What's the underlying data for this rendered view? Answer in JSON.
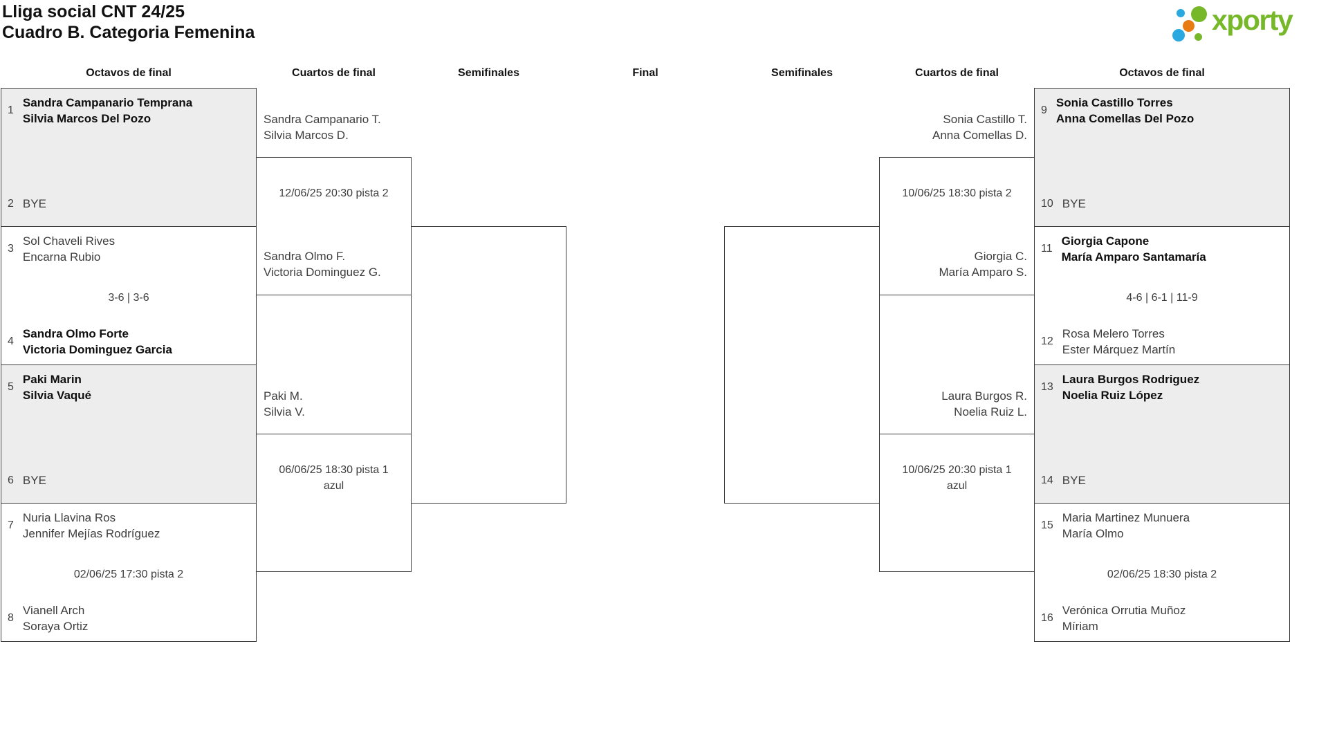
{
  "title": {
    "line1": "Lliga social CNT 24/25",
    "line2": "Cuadro B. Categoria Femenina"
  },
  "logo": {
    "wordmark": "xporty"
  },
  "colors": {
    "brand_green": "#77b82b",
    "brand_blue": "#2aa9e0",
    "brand_orange": "#e87b13",
    "box_shaded_fill": "#ededed",
    "line_border": "#3a3a3a"
  },
  "headers": {
    "octavos_left": "Octavos de final",
    "cuartos_left": "Cuartos de final",
    "semis_left": "Semifinales",
    "final": "Final",
    "semis_right": "Semifinales",
    "cuartos_right": "Cuartos de final",
    "octavos_right": "Octavos de final"
  },
  "octavos_left": [
    {
      "shaded": true,
      "top": {
        "seed": "1",
        "name1": "Sandra Campanario Temprana",
        "name2": "Silvia Marcos Del Pozo",
        "winner": true
      },
      "bottom": {
        "seed": "2",
        "bye": "BYE"
      }
    },
    {
      "shaded": false,
      "top": {
        "seed": "3",
        "name1": "Sol Chaveli Rives",
        "name2": "Encarna Rubio",
        "winner": false
      },
      "center": "3-6 | 3-6",
      "bottom": {
        "seed": "4",
        "name1": "Sandra Olmo Forte",
        "name2": "Victoria Dominguez Garcia",
        "winner": true
      }
    },
    {
      "shaded": true,
      "top": {
        "seed": "5",
        "name1": "Paki Marin",
        "name2": "Silvia Vaqué",
        "winner": true
      },
      "bottom": {
        "seed": "6",
        "bye": "BYE"
      }
    },
    {
      "shaded": false,
      "top": {
        "seed": "7",
        "name1": "Nuria Llavina Ros",
        "name2": "Jennifer Mejías Rodríguez",
        "winner": false
      },
      "center": "02/06/25 17:30 pista 2",
      "bottom": {
        "seed": "8",
        "name1": "Vianell Arch",
        "name2": "Soraya Ortiz",
        "winner": false
      }
    }
  ],
  "octavos_right": [
    {
      "shaded": true,
      "top": {
        "seed": "9",
        "name1": "Sonia Castillo Torres",
        "name2": "Anna Comellas Del Pozo",
        "winner": true
      },
      "bottom": {
        "seed": "10",
        "bye": "BYE"
      }
    },
    {
      "shaded": false,
      "top": {
        "seed": "11",
        "name1": "Giorgia Capone",
        "name2": "María Amparo Santamaría",
        "winner": true
      },
      "center": "4-6 | 6-1 | 11-9",
      "bottom": {
        "seed": "12",
        "name1": "Rosa Melero Torres",
        "name2": "Ester Márquez Martín",
        "winner": false
      }
    },
    {
      "shaded": true,
      "top": {
        "seed": "13",
        "name1": "Laura Burgos Rodriguez",
        "name2": "Noelia Ruiz López",
        "winner": true
      },
      "bottom": {
        "seed": "14",
        "bye": "BYE"
      }
    },
    {
      "shaded": false,
      "top": {
        "seed": "15",
        "name1": "Maria Martinez Munuera",
        "name2": "María Olmo",
        "winner": false
      },
      "center": "02/06/25 18:30 pista 2",
      "bottom": {
        "seed": "16",
        "name1": "Verónica Orrutia Muñoz",
        "name2": "Míriam",
        "winner": false
      }
    }
  ],
  "cuartos_left": [
    {
      "top": {
        "name1": "Sandra Campanario T.",
        "name2": "Silvia Marcos D."
      },
      "date1": "12/06/25 20:30 pista 2",
      "date2": "",
      "bottom": {
        "name1": "Sandra Olmo F.",
        "name2": "Victoria Dominguez G."
      }
    },
    {
      "top": {
        "name1": "Paki M.",
        "name2": "Silvia V."
      },
      "date1": "06/06/25 18:30 pista 1",
      "date2": "azul",
      "bottom": {
        "name1": "",
        "name2": ""
      }
    }
  ],
  "cuartos_right": [
    {
      "top": {
        "name1": "Sonia Castillo T.",
        "name2": "Anna Comellas D."
      },
      "date1": "10/06/25 18:30 pista 2",
      "date2": "",
      "bottom": {
        "name1": "Giorgia C.",
        "name2": "María Amparo S."
      }
    },
    {
      "top": {
        "name1": "Laura Burgos R.",
        "name2": "Noelia Ruiz L."
      },
      "date1": "10/06/25 20:30 pista 1",
      "date2": "azul",
      "bottom": {
        "name1": "",
        "name2": ""
      }
    }
  ]
}
